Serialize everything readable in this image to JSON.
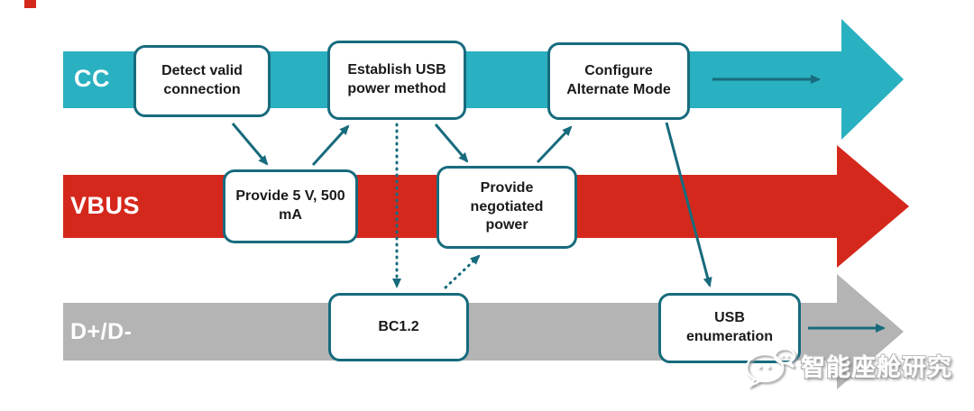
{
  "diagram": {
    "bands": [
      {
        "label": "CC"
      },
      {
        "label": "VBUS"
      },
      {
        "label": "D+/D-"
      }
    ],
    "boxes": {
      "detect": "Detect valid connection",
      "establish": "Establish USB power method",
      "configure": "Configure Alternate Mode",
      "provide5v": "Provide 5 V, 500 mA",
      "negotiated": "Provide negotiated power",
      "bc12": "BC1.2",
      "usb_enum": "USB enumeration"
    }
  },
  "watermark": {
    "text": "智能座舱研究",
    "icon": "chat-bubbles-doodle-icon"
  },
  "colors": {
    "cc": "#29b0c1",
    "vbus": "#d5281c",
    "dpdm": "#b4b4b4",
    "arrow": "#176b7d",
    "box_border": "#176b7d",
    "box_text": "#1a1a1a"
  }
}
